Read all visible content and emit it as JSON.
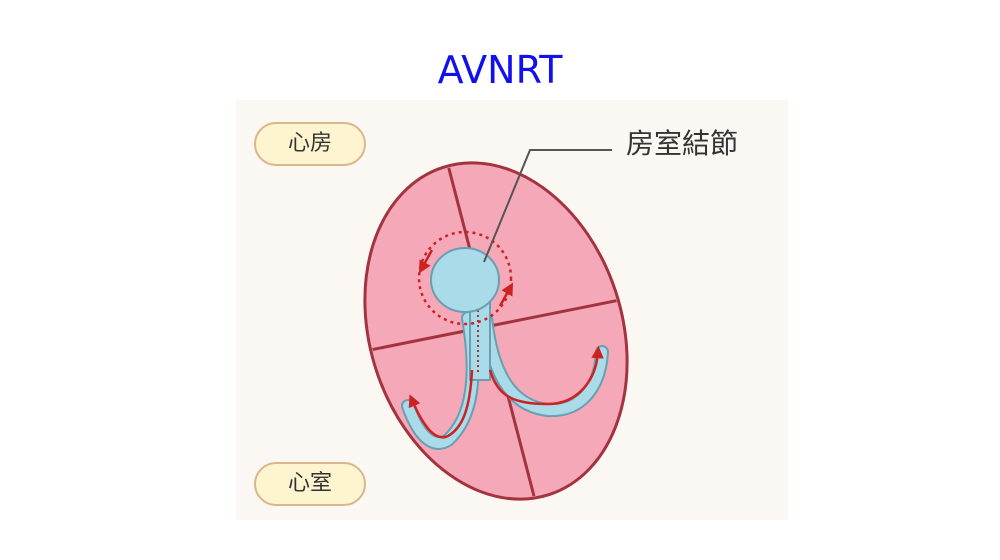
{
  "title": "AVNRT",
  "labels": {
    "atrium": "心房",
    "ventricle": "心室",
    "av_node": "房室結節"
  },
  "colors": {
    "title": "#1111ee",
    "heart_fill": "#f5a8b8",
    "heart_stroke": "#a3333f",
    "node_fill": "#a9dbe9",
    "arrow": "#cc2222",
    "pill_fill": "#fff4d0",
    "pill_stroke": "#d9b78a"
  }
}
